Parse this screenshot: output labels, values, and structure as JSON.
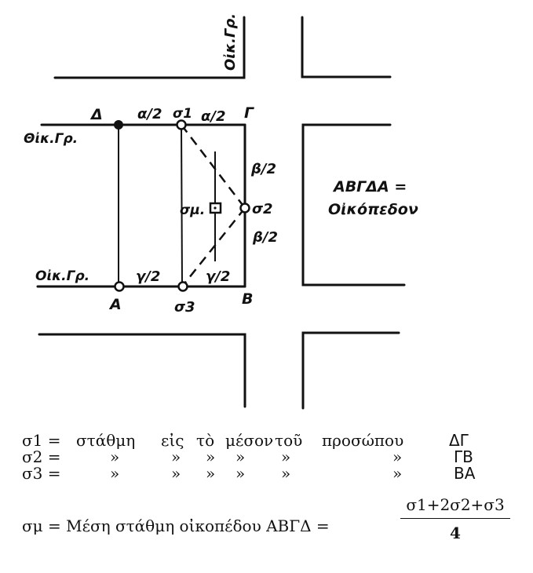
{
  "diagram": {
    "street_label_vertical": "Oἰκ.Γρ.",
    "street_label_top": "Θἰκ.Γρ.",
    "street_label_bottom": "Oἰκ.Γρ.",
    "vertices": {
      "delta": "Δ",
      "gamma": "Γ",
      "alpha": "A",
      "beta": "B"
    },
    "points": {
      "s1": "σ1",
      "s2": "σ2",
      "s3": "σ3",
      "sm": "σμ."
    },
    "segments": {
      "top_left": "α/2",
      "top_right": "α/2",
      "right_top": "β/2",
      "right_bottom": "β/2",
      "bottom_left": "γ/2",
      "bottom_right": "γ/2"
    },
    "plot_caption_line1": "ΑΒΓΔΑ =",
    "plot_caption_line2": "Oἰκόπεδον"
  },
  "legend": {
    "rows": [
      {
        "sym": "σ1 =",
        "c1": "στάθμη",
        "c2": "εἰς",
        "c3": "τὸ",
        "c4": "μέσον",
        "c5": "τοῦ",
        "c6": "προσώπου",
        "side": "ΔΓ"
      },
      {
        "sym": "σ2 =",
        "c1": "»",
        "c2": "»",
        "c3": "»",
        "c4": "»",
        "c5": "»",
        "c6": "»",
        "side": "ΓΒ"
      },
      {
        "sym": "σ3 =",
        "c1": "»",
        "c2": "»",
        "c3": "»",
        "c4": "»",
        "c5": "»",
        "c6": "»",
        "side": "ΒΑ"
      }
    ],
    "average_label": "σμ = Μέση στάθμη οἰκοπέδου ΑΒΓΔ =",
    "formula_numerator": "σ1+2σ2+σ3",
    "formula_denominator": "4"
  }
}
